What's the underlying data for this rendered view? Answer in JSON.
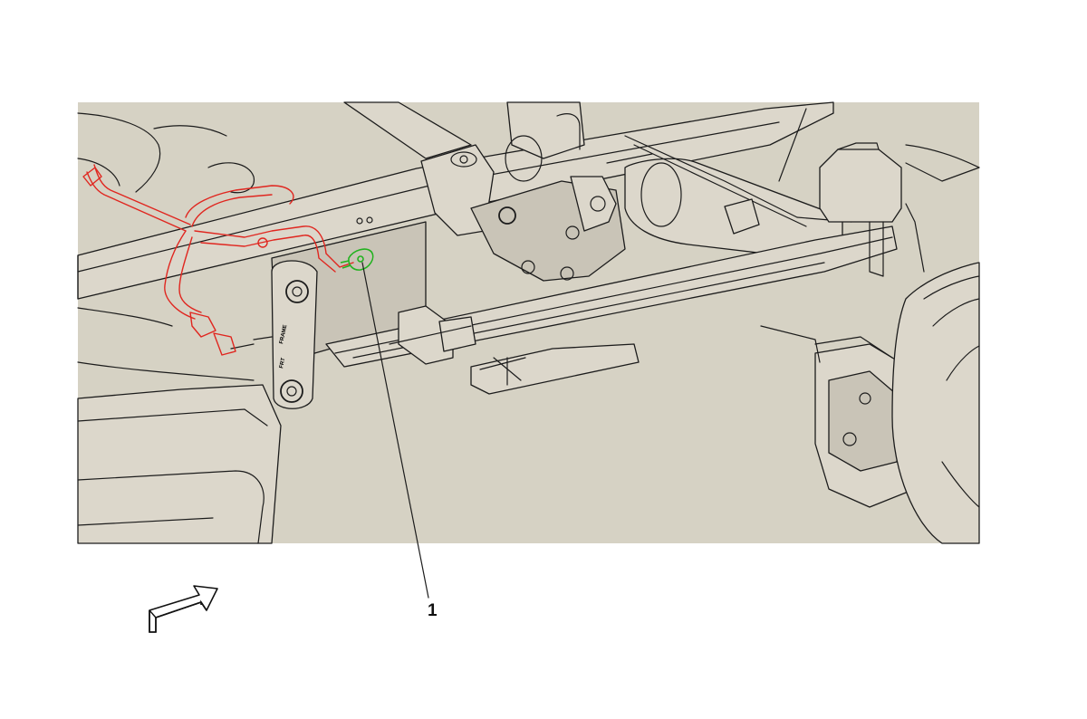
{
  "diagram": {
    "callout_label": "1",
    "stamp_frame": "FRAME",
    "stamp_frt": "FRT",
    "colors": {
      "background_panel": "#d6d2c4",
      "line_art": "#1c1c1c",
      "highlight_harness": "#e0261f",
      "highlight_component": "#22b21f"
    },
    "icons": [
      "front-direction-arrow-icon"
    ]
  }
}
